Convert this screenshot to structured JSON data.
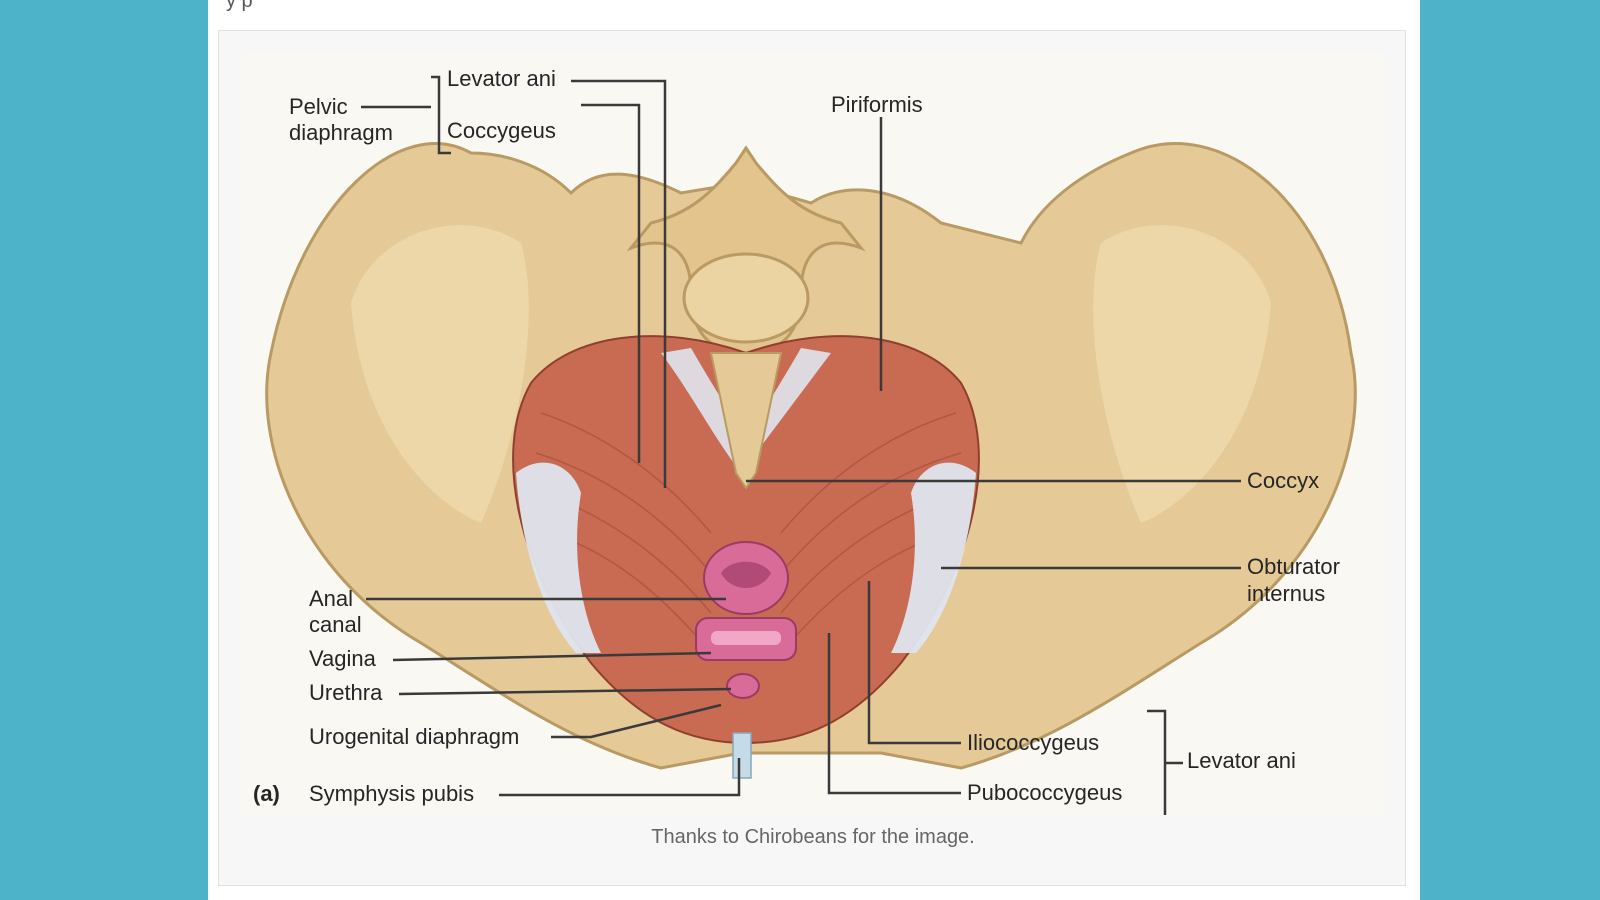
{
  "colors": {
    "background": "#4db3c9",
    "panel": "#ffffff",
    "frame": "#f7f7f7",
    "bone": "#e5c996",
    "muscle": "#c96a52",
    "ligament": "#dfe6ee",
    "orifice": "#d86b98",
    "leader_line": "#3a3a3a"
  },
  "top_fragment": "y      p",
  "figure": {
    "panel_letter": "(a)",
    "caption": "Thanks to Chirobeans for the image.",
    "labels": {
      "levator_ani_top": "Levator ani",
      "pelvic": "Pelvic",
      "diaphragm": "diaphragm",
      "coccygeus": "Coccygeus",
      "piriformis": "Piriformis",
      "coccyx": "Coccyx",
      "obturator": "Obturator",
      "internus": "internus",
      "anal": "Anal",
      "canal": "canal",
      "vagina": "Vagina",
      "urethra": "Urethra",
      "urogenital_diaphragm": "Urogenital diaphragm",
      "symphysis_pubis": "Symphysis pubis",
      "iliococcygeus": "Iliococcygeus",
      "pubococcygeus": "Pubococcygeus",
      "levator_ani_right": "Levator ani"
    }
  }
}
